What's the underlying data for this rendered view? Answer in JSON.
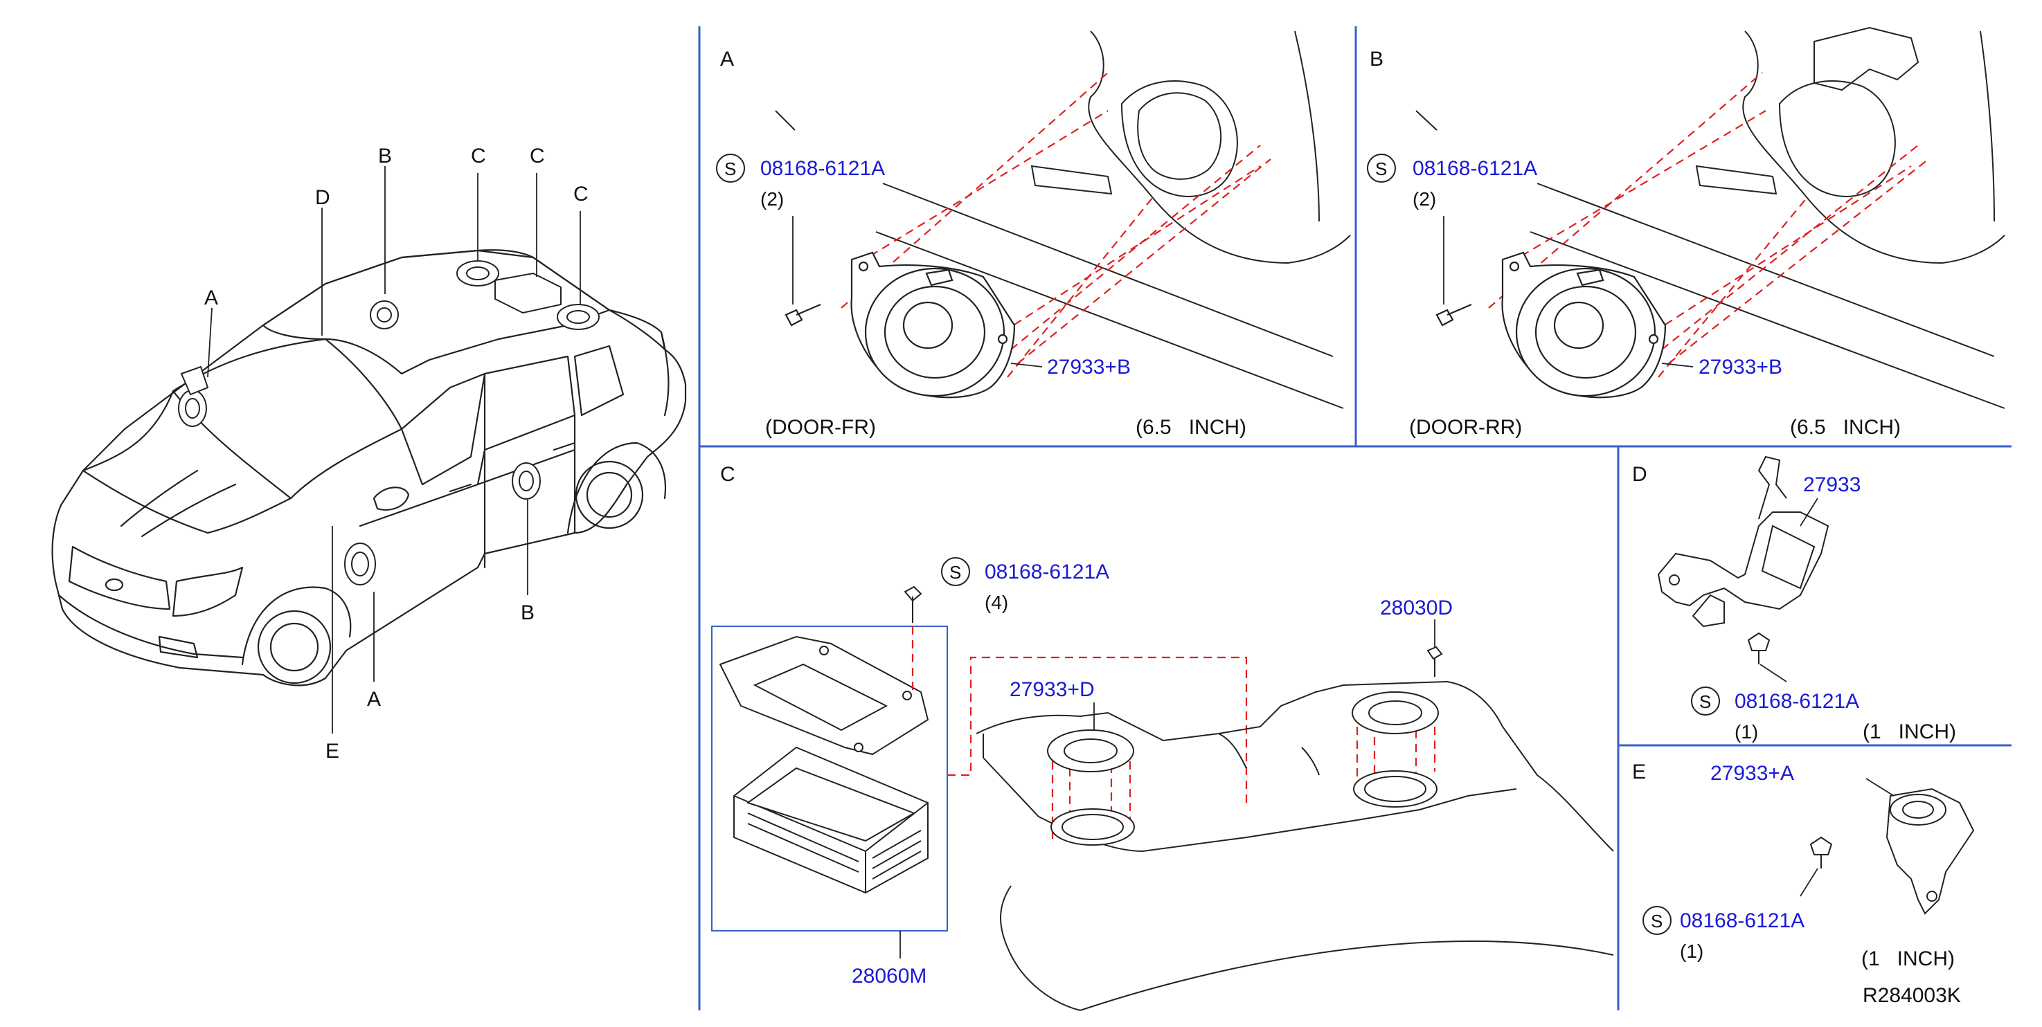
{
  "colors": {
    "part_number": "#1a1ad6",
    "text": "#111111",
    "frame": "#3a5fc8",
    "guide": "#e02020",
    "drawing": "#222222"
  },
  "overview": {
    "labels": {
      "a_top": "A",
      "a_bottom": "A",
      "b_top": "B",
      "b_bottom": "B",
      "c1": "C",
      "c2": "C",
      "c3": "C",
      "d": "D",
      "e": "E"
    }
  },
  "panel_a": {
    "letter": "A",
    "screw_symbol": "S",
    "screw_part": "08168-6121A",
    "screw_qty": "(2)",
    "speaker_part": "27933+B",
    "location": "(DOOR-FR)",
    "size": "(6.5   INCH)"
  },
  "panel_b": {
    "letter": "B",
    "screw_symbol": "S",
    "screw_part": "08168-6121A",
    "screw_qty": "(2)",
    "speaker_part": "27933+B",
    "location": "(DOOR-RR)",
    "size": "(6.5   INCH)"
  },
  "panel_c": {
    "letter": "C",
    "screw_symbol": "S",
    "screw_part": "08168-6121A",
    "screw_qty": "(4)",
    "speaker_part": "27933+D",
    "bracket_part": "28030D",
    "amp_part": "28060M"
  },
  "panel_d": {
    "letter": "D",
    "speaker_part": "27933",
    "screw_symbol": "S",
    "screw_part": "08168-6121A",
    "screw_qty": "(1)",
    "size": "(1   INCH)"
  },
  "panel_e": {
    "letter": "E",
    "speaker_part": "27933+A",
    "screw_symbol": "S",
    "screw_part": "08168-6121A",
    "screw_qty": "(1)",
    "size": "(1   INCH)"
  },
  "diagram_code": "R284003K"
}
